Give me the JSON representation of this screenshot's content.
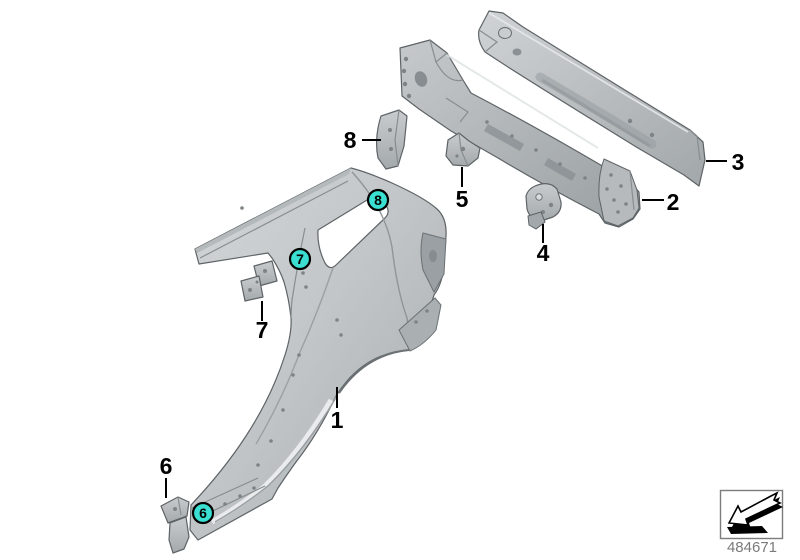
{
  "diagram": {
    "plain_callouts": {
      "p1": "1",
      "p2": "2",
      "p3": "3",
      "p4": "4",
      "p5": "5",
      "p6": "6",
      "p7": "7",
      "p8": "8"
    },
    "hotspots": {
      "h6": "6",
      "h7": "7",
      "h8": "8"
    },
    "hotspot_color": "#3ADFD2",
    "label_color": "#000000"
  },
  "footer": {
    "part_number": "484671",
    "part_number_color": "#7A7A7A",
    "icon": "direction-arrow-icon"
  }
}
